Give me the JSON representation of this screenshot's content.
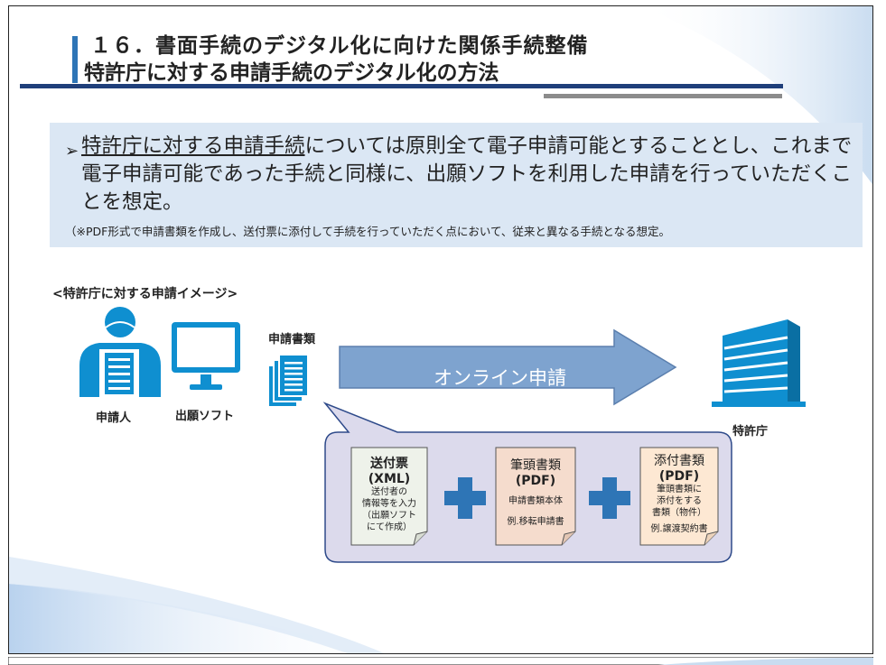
{
  "header": {
    "title_line1": "１６．書面手続のデジタル化に向けた関係手続整備",
    "title_line2": "特許庁に対する申請手続のデジタル化の方法"
  },
  "bullet": {
    "underlined": "特許庁に対する申請手続",
    "rest": "については原則全て電子申請可能とすることとし、これまで電子申請可能であった手続と同様に、出願ソフトを利用した申請を行っていただくことを想定。",
    "note": "（※PDF形式で申請書類を作成し、送付票に添付して手続を行っていただく点において、従来と異なる手続となる想定。"
  },
  "diagram": {
    "caption": "<特許庁に対する申請イメージ>",
    "applicant_label": "申請人",
    "software_label": "出願ソフト",
    "documents_label": "申請書類",
    "arrow_label": "オンライン申請",
    "office_label": "特許庁",
    "doc1": {
      "title": "送付票",
      "format": "(XML)",
      "lines": [
        "送付者の",
        "情報等を入力",
        "（出願ソフト",
        "にて作成）"
      ]
    },
    "doc2": {
      "title": "筆頭書類",
      "format": "(PDF)",
      "lines": [
        "申請書類本体",
        "例.移転申請書"
      ]
    },
    "doc3": {
      "title": "添付書類",
      "format": "(PDF)",
      "lines": [
        "筆頭書類に",
        "添付をする",
        "書類（物件）",
        "例.譲渡契約書"
      ]
    }
  },
  "colors": {
    "accent_blue": "#0f8fd0",
    "title_rule": "#1f3f7a",
    "bullet_bg": "#dbe7f4",
    "arrow_fill": "#7ea3cf",
    "callout_bg": "#dcdaec",
    "doc1_bg": "#eef2ea",
    "doc2_bg": "#f5dccd",
    "doc3_bg": "#fde8d3"
  }
}
